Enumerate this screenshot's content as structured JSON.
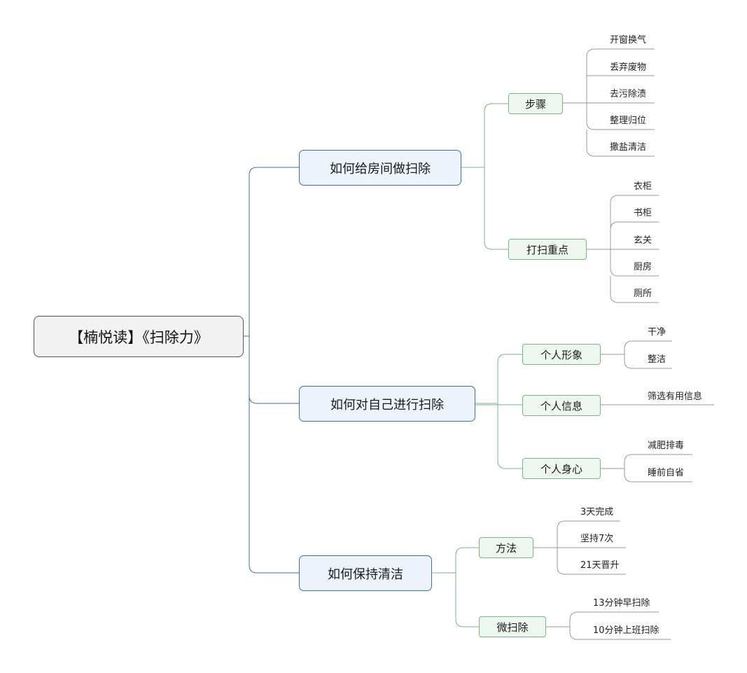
{
  "root": {
    "label": "【楠悦读】《扫除力》"
  },
  "branches": [
    {
      "label": "如何给房间做扫除",
      "children": [
        {
          "label": "步骤",
          "leaves": [
            "开窗换气",
            "丢弃废物",
            "去污除渍",
            "整理归位",
            "撒盐清洁"
          ]
        },
        {
          "label": "打扫重点",
          "leaves": [
            "衣柜",
            "书柜",
            "玄关",
            "厨房",
            "厕所"
          ]
        }
      ]
    },
    {
      "label": "如何对自己进行扫除",
      "children": [
        {
          "label": "个人形象",
          "leaves": [
            "干净",
            "整洁"
          ]
        },
        {
          "label": "个人信息",
          "leaves": [
            "筛选有用信息"
          ]
        },
        {
          "label": "个人身心",
          "leaves": [
            "减肥排毒",
            "睡前自省"
          ]
        }
      ]
    },
    {
      "label": "如何保持清洁",
      "children": [
        {
          "label": "方法",
          "leaves": [
            "3天完成",
            "坚持7次",
            "21天晋升"
          ]
        },
        {
          "label": "微扫除",
          "leaves": [
            "13分钟早扫除",
            "10分钟上班扫除"
          ]
        }
      ]
    }
  ],
  "colors": {
    "root_border": "#555555",
    "l1_line": "#3e6ea8",
    "l1_fill": "#edf3fb",
    "l2_line": "#78b487",
    "l2_fill": "#eef7ef",
    "leaf_line": "#9a9a9a"
  }
}
